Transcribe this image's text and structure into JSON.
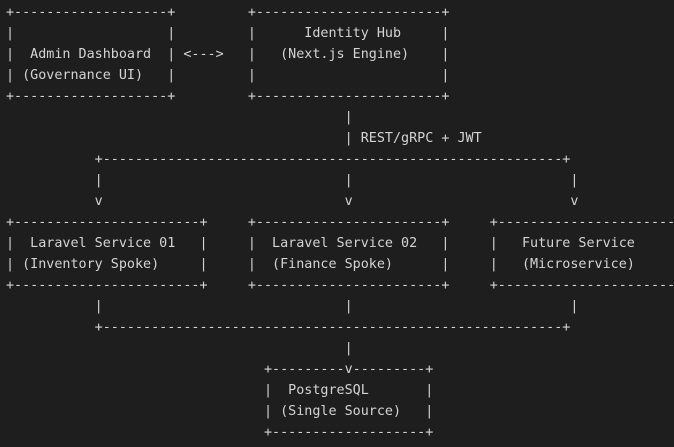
{
  "diagram": {
    "lines": [
      "+-------------------+         +-----------------------+",
      "|                   |         |      Identity Hub     |",
      "|  Admin Dashboard  | <--->   |   (Next.js Engine)    |",
      "| (Governance UI)   |         |                       |",
      "+-------------------+         +-----------------------+",
      "                                          |",
      "                                          | REST/gRPC + JWT",
      "           +---------------------------------------------------------+",
      "           |                              |                           |",
      "           v                              v                           v",
      "+-----------------------+     +-----------------------+     +-----------------------",
      "|  Laravel Service 01   |     |  Laravel Service 02   |     |   Future Service",
      "| (Inventory Spoke)     |     |  (Finance Spoke)      |     |   (Microservice)",
      "+-----------------------+     +-----------------------+     +-----------------------",
      "           |                              |                           |",
      "           +---------------------------------------------------------+",
      "                                          |",
      "                                +---------v---------+",
      "                                |  PostgreSQL       |",
      "                                | (Single Source)   |",
      "                                +-------------------+"
    ]
  }
}
